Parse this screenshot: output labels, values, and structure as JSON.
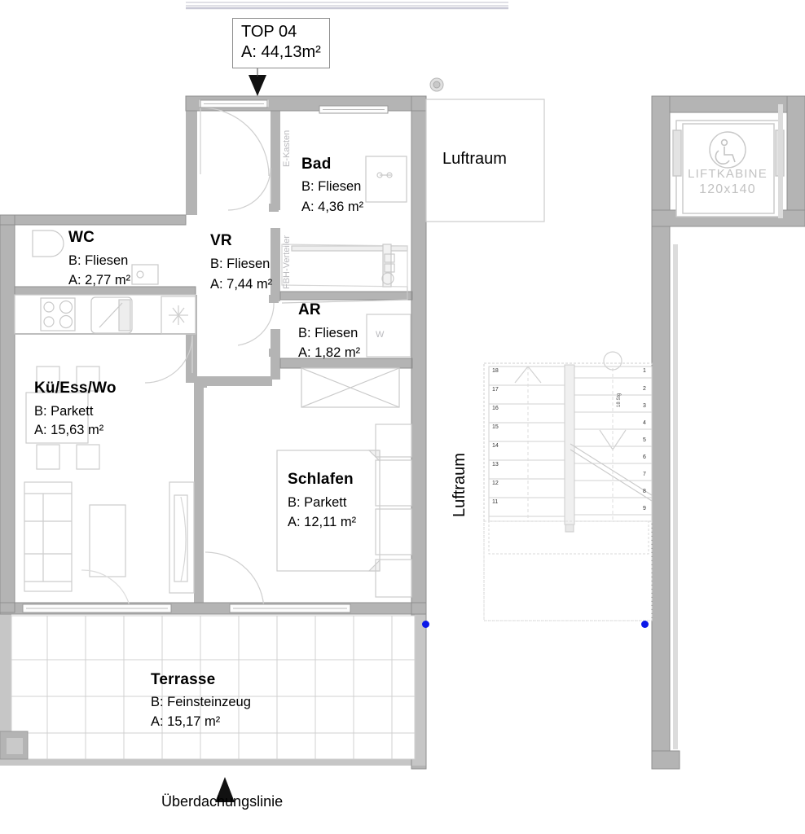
{
  "plan": {
    "title_tag": {
      "name": "TOP 04",
      "area": "A: 44,13m²"
    },
    "bottom_caption": "Überdachungslinie",
    "units": "m²"
  },
  "rooms": [
    {
      "id": "wc",
      "name": "WC",
      "floor": "B: Fliesen",
      "area": "A: 2,77  m²"
    },
    {
      "id": "vr",
      "name": "VR",
      "floor": "B: Fliesen",
      "area": "A: 7,44 m²"
    },
    {
      "id": "bad",
      "name": "Bad",
      "floor": "B: Fliesen",
      "area": "A: 4,36 m²"
    },
    {
      "id": "ar",
      "name": "AR",
      "floor": "B: Fliesen",
      "area": "A: 1,82 m²"
    },
    {
      "id": "kueche",
      "name": "Kü/Ess/Wo",
      "floor": "B: Parkett",
      "area": "A: 15,63 m²"
    },
    {
      "id": "schlafen",
      "name": "Schlafen",
      "floor": "B: Parkett",
      "area": "A: 12,11 m²"
    },
    {
      "id": "terrasse",
      "name": "Terrasse",
      "floor": "B: Feinsteinzeug",
      "area": "A: 15,17 m²"
    }
  ],
  "voids": [
    {
      "id": "luftraum-top",
      "label": "Luftraum",
      "orientation": "horizontal"
    },
    {
      "id": "luftraum-side",
      "label": "Luftraum",
      "orientation": "vertical"
    }
  ],
  "annotations": {
    "e_kasten": "E-Kasten",
    "fbh_verteiler": "FBH-Verteiler",
    "washer": "W"
  },
  "lift": {
    "label": "LIFTKABINE",
    "size": "120x140",
    "icon": "wheelchair-icon"
  },
  "stairs": {
    "right_numbers": [
      "1",
      "2",
      "3",
      "4",
      "5",
      "6",
      "7",
      "8",
      "9"
    ],
    "left_numbers": [
      "18",
      "17",
      "16",
      "15",
      "14",
      "13",
      "12",
      "11"
    ],
    "center_note": "18 Stg"
  },
  "colors": {
    "wall_fill": "#b4b4b4",
    "wall_line": "#8c8c8c",
    "furniture_line": "#c9c9c9",
    "text": "#000000",
    "marker_blue": "#0b18e8",
    "faint_line": "#d9d9dd"
  }
}
